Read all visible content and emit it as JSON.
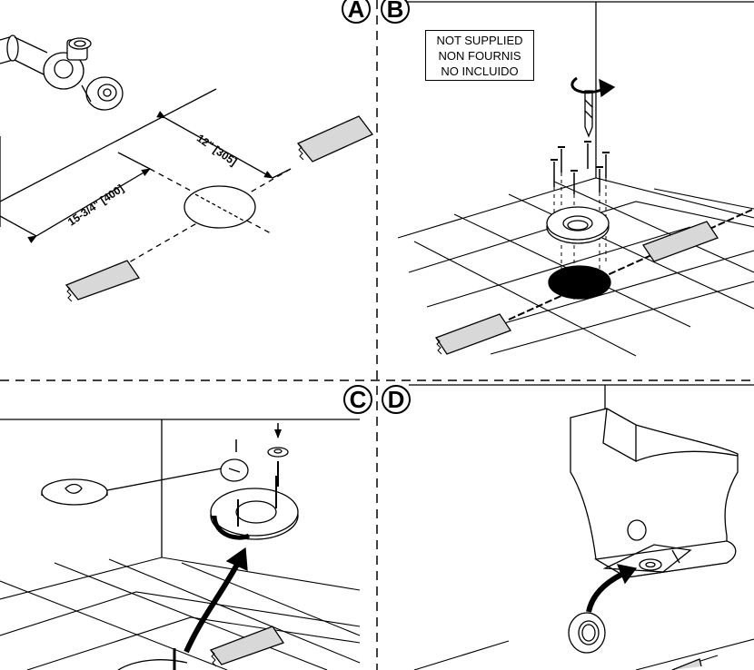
{
  "steps": {
    "a": "A",
    "b": "B",
    "c": "C",
    "d": "D"
  },
  "note": {
    "line1": "NOT SUPPLIED",
    "line2": "NON FOURNIS",
    "line3": "NO INCLUIDO"
  },
  "dimensions": {
    "width": "12\" [305]",
    "depth": "15-3/4\" [400]"
  }
}
